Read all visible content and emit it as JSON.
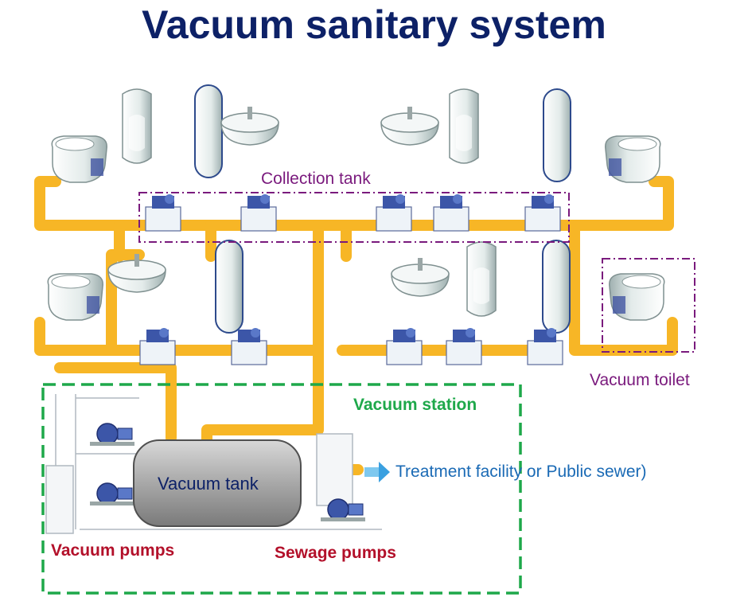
{
  "title": "Vacuum sanitary system",
  "labels": {
    "collection_tank": "Collection tank",
    "vacuum_station": "Vacuum station",
    "vacuum_toilet": "Vacuum toilet",
    "treatment": "Treatment facility or Public sewer)",
    "vacuum_tank": "Vacuum tank",
    "vacuum_pumps": "Vacuum pumps",
    "sewage_pumps": "Sewage pumps"
  },
  "colors": {
    "title": "#0d2167",
    "pipe": "#f7b626",
    "collection_box": "#7a1a7d",
    "station_box": "#1ea84a",
    "treatment_text": "#1a6ab5",
    "pump_labels": "#b3102a"
  },
  "icons": [
    "toilet-icon",
    "urinal-icon",
    "sink-icon",
    "water-heater-icon",
    "collection-tank-icon",
    "pump-icon",
    "flow-arrow-icon"
  ]
}
